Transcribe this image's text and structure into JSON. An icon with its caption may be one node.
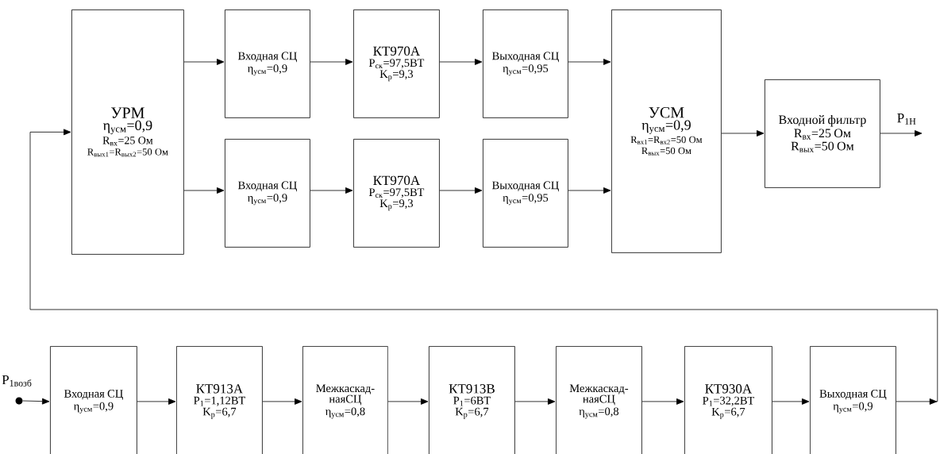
{
  "diagram": {
    "nodes": [
      {
        "text": [
          "УРМ",
          "η$_{усм}$=0,9",
          "R$_{вх}$=25 Ом",
          "R$_{вых1}$=R$_{вых2}$=50 Ом"
        ]
      },
      {
        "text": [
          "Входная СЦ",
          "η$_{усм}$=0,9"
        ]
      },
      {
        "text": [
          "КТ970А",
          "P$_{ск}$=97,5ВТ",
          "K$_{р}$=9,3"
        ]
      },
      {
        "text": [
          "Выходная СЦ",
          "η$_{усм}$=0,95"
        ]
      },
      {
        "text": [
          "Входная СЦ",
          "η$_{усм}$=0,9"
        ]
      },
      {
        "text": [
          "КТ970А",
          "P$_{ск}$=97,5ВТ",
          "K$_{р}$=9,3"
        ]
      },
      {
        "text": [
          "Выходная СЦ",
          "η$_{усм}$=0,95"
        ]
      },
      {
        "text": [
          "УСМ",
          "η$_{усм}$=0,9",
          "R$_{вх1}$=R$_{вх2}$=50 Ом",
          "R$_{вых}$=50 Ом"
        ]
      },
      {
        "text": [
          "Входной фильтр",
          "R$_{вх}$=25 Ом",
          "R$_{вых}$=50 Ом"
        ]
      },
      {
        "text": [],
        "shape": "circle",
        "beside": [
          "P$_{1возб}$"
        ]
      },
      {
        "text": [
          "Входная СЦ",
          "η$_{усм}$=0,9"
        ]
      },
      {
        "text": [
          "КТ913А",
          "P$_{1}$=1,12ВТ",
          "K$_{р}$=6,7"
        ]
      },
      {
        "text": [
          "Межкаскад- наяСЦ",
          "η$_{усм}$=0,8"
        ]
      },
      {
        "text": [
          "КТ913В",
          "P$_{1}$=6ВТ",
          "K$_{р}$=6,7"
        ]
      },
      {
        "text": [
          "Межкаскад- наяСЦ",
          "η$_{усм}$=0,8"
        ]
      },
      {
        "text": [
          "КТ930А",
          "P$_{1}$=32,2ВТ",
          "K$_{р}$=6,7"
        ]
      },
      {
        "text": [
          "Выходная СЦ",
          "η$_{усм}$=0,9"
        ]
      }
    ],
    "edges": [
      {
        "from": 0,
        "to": 1,
        "arrow": "to"
      },
      {
        "from": 1,
        "to": 2,
        "arrow": "to"
      },
      {
        "from": 2,
        "to": 3,
        "arrow": "to"
      },
      {
        "from": 3,
        "to": 7,
        "arrow": "to"
      },
      {
        "from": 0,
        "to": 4,
        "arrow": "to"
      },
      {
        "from": 4,
        "to": 5,
        "arrow": "to"
      },
      {
        "from": 5,
        "to": 6,
        "arrow": "to"
      },
      {
        "from": 6,
        "to": 7,
        "arrow": "to"
      },
      {
        "from": 7,
        "to": 8,
        "arrow": "to"
      },
      {
        "from": 8,
        "to": null,
        "arrow": "to",
        "label": "P$_{1Н}$"
      },
      {
        "from": 9,
        "to": 10,
        "arrow": "to"
      },
      {
        "from": 10,
        "to": 11,
        "arrow": "to"
      },
      {
        "from": 11,
        "to": 12,
        "arrow": "to"
      },
      {
        "from": 12,
        "to": 13,
        "arrow": "to"
      },
      {
        "from": 13,
        "to": 14,
        "arrow": "to"
      },
      {
        "from": 14,
        "to": 15,
        "arrow": "to"
      },
      {
        "from": 15,
        "to": 16,
        "arrow": "to"
      },
      {
        "from": 16,
        "to": 0,
        "arrow": "to"
      }
    ]
  }
}
